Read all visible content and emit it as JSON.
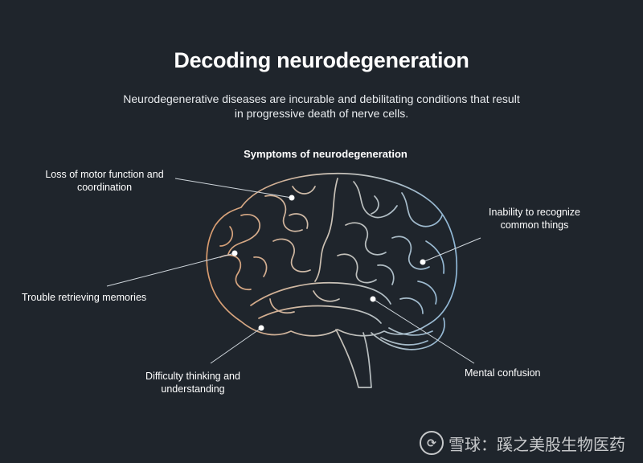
{
  "title": "Decoding neurodegeneration",
  "subtitle": "Neurodegenerative diseases are incurable and debilitating conditions that result in progressive death of nerve cells.",
  "section_title": "Symptoms of neurodegeneration",
  "symptoms": [
    {
      "label": "Loss of motor function and coordination"
    },
    {
      "label": "Inability to recognize common things"
    },
    {
      "label": "Trouble retrieving memories"
    },
    {
      "label": "Mental confusion"
    },
    {
      "label": "Difficulty thinking and understanding"
    }
  ],
  "colors": {
    "background": "#1f252c",
    "text": "#ffffff",
    "leader_line": "#cfd6dc",
    "brain_warm": "#d99a6c",
    "brain_mid": "#c9c1b6",
    "brain_cool": "#8fb7d6"
  },
  "watermark": {
    "text": "雪球：蹊之美股生物医药",
    "logo_icon": "snowball-logo-icon"
  }
}
